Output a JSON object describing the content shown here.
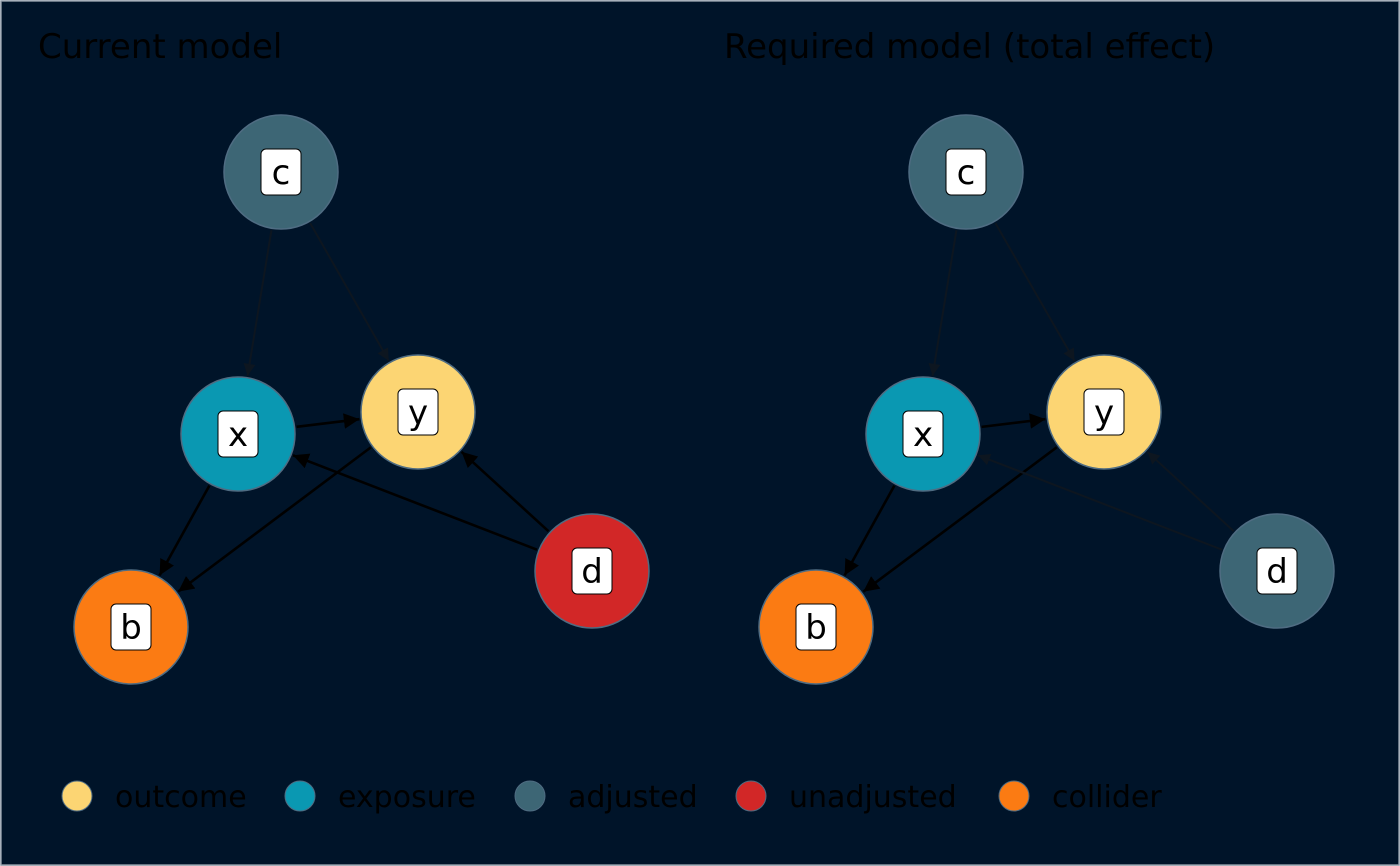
{
  "colors": {
    "background": "#001429",
    "outcome": "#FCD573",
    "exposure": "#0A98B2",
    "adjusted": "#3D6675",
    "unadjusted": "#D22727",
    "collider": "#FB7B13",
    "edge_strong": "#000000",
    "edge_faint": "#0d1620",
    "label_box": "#ffffff"
  },
  "panels": [
    {
      "title": "Current model",
      "nodes": [
        {
          "id": "c",
          "label": "c",
          "status": "adjusted"
        },
        {
          "id": "x",
          "label": "x",
          "status": "exposure"
        },
        {
          "id": "y",
          "label": "y",
          "status": "outcome"
        },
        {
          "id": "d",
          "label": "d",
          "status": "unadjusted"
        },
        {
          "id": "b",
          "label": "b",
          "status": "collider"
        }
      ],
      "edges": [
        {
          "from": "c",
          "to": "x",
          "style": "faint"
        },
        {
          "from": "c",
          "to": "y",
          "style": "faint"
        },
        {
          "from": "x",
          "to": "y",
          "style": "strong"
        },
        {
          "from": "x",
          "to": "b",
          "style": "strong"
        },
        {
          "from": "y",
          "to": "b",
          "style": "strong"
        },
        {
          "from": "d",
          "to": "x",
          "style": "strong"
        },
        {
          "from": "d",
          "to": "y",
          "style": "strong"
        }
      ]
    },
    {
      "title": "Required model (total effect)",
      "nodes": [
        {
          "id": "c",
          "label": "c",
          "status": "adjusted"
        },
        {
          "id": "x",
          "label": "x",
          "status": "exposure"
        },
        {
          "id": "y",
          "label": "y",
          "status": "outcome"
        },
        {
          "id": "d",
          "label": "d",
          "status": "adjusted"
        },
        {
          "id": "b",
          "label": "b",
          "status": "collider"
        }
      ],
      "edges": [
        {
          "from": "c",
          "to": "x",
          "style": "faint"
        },
        {
          "from": "c",
          "to": "y",
          "style": "faint"
        },
        {
          "from": "x",
          "to": "y",
          "style": "strong"
        },
        {
          "from": "x",
          "to": "b",
          "style": "strong"
        },
        {
          "from": "y",
          "to": "b",
          "style": "strong"
        },
        {
          "from": "d",
          "to": "x",
          "style": "faint"
        },
        {
          "from": "d",
          "to": "y",
          "style": "faint"
        }
      ]
    }
  ],
  "legend": [
    {
      "status": "outcome",
      "label": "outcome"
    },
    {
      "status": "exposure",
      "label": "exposure"
    },
    {
      "status": "adjusted",
      "label": "adjusted"
    },
    {
      "status": "unadjusted",
      "label": "unadjusted"
    },
    {
      "status": "collider",
      "label": "collider"
    }
  ]
}
